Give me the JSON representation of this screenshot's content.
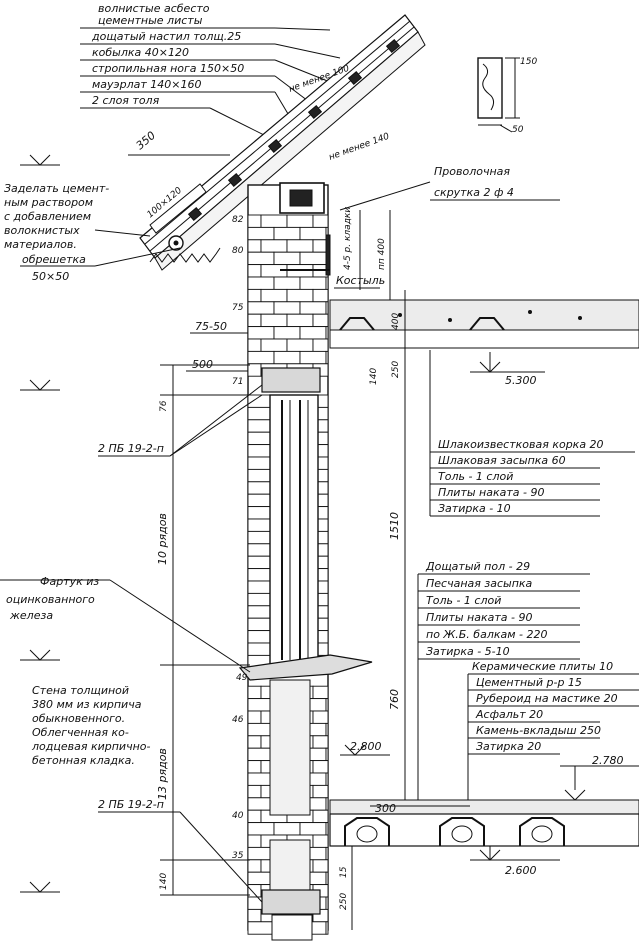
{
  "roof_spec": [
    "волнистые асбесто",
    "цементные листы",
    "дощатый настил толщ.25",
    "кобылка 40×120",
    "стропильная нога 150×50",
    "мауэрлат 140×160",
    "2 слоя толя"
  ],
  "roof_dims": {
    "d350": "350",
    "d100x120": "100×120",
    "not_less_100": "не менее 100",
    "not_less_140": "не менее 140",
    "sec150": "150",
    "sec50": "50"
  },
  "left_note": [
    "Заделать цемент-",
    "ным раствором",
    "с добавлением",
    "волокнистых",
    "материалов.",
    "обрешетка",
    "50×50"
  ],
  "wire_label": [
    "Проволочная",
    "скрутка 2 ф 4"
  ],
  "bracket_label": "Костыль",
  "course_marks": {
    "m82": "82",
    "m80": "80",
    "m75": "75",
    "m7550": "75-50",
    "m71": "71",
    "m49": "49",
    "m46": "46",
    "m40": "40",
    "m35": "35"
  },
  "dims": {
    "d500": "500",
    "d76": "76",
    "d250a": "250",
    "d140a": "140",
    "d400": "400",
    "d1510": "1510",
    "d760": "760",
    "d300": "300",
    "d15": "15",
    "d250b": "250",
    "d140b": "140",
    "d4to5": "4-5 р. кладки",
    "d2p": "пп 400",
    "rows10": "10 рядов",
    "rows13": "13 рядов"
  },
  "lintels": {
    "upper": "2 ПБ 19-2-п",
    "lower": "2 ПБ 19-2-п"
  },
  "elevations": {
    "e5300": "5.300",
    "e2800": "2.800",
    "e2780": "2.780",
    "e2600": "2.600"
  },
  "flashing_label": [
    "Фартук из",
    "оцинкованного",
    "железа"
  ],
  "wall_note": [
    "Стена толщиной",
    "380 мм из кирпича",
    "обыкновенного.",
    "Облегченная ко-",
    "лодцевая кирпично-",
    "бетонная кладка."
  ],
  "attic_spec": [
    "Шлакоизвестковая корка 20",
    "Шлаковая засыпка 60",
    "Толь - 1 слой",
    "Плиты наката - 90",
    "Затирка - 10"
  ],
  "floor2_spec": [
    "Дощатый пол - 29",
    "Песчаная засыпка",
    "Толь - 1 слой",
    "Плиты наката - 90",
    "по Ж.Б. балкам - 220",
    "Затирка - 5-10"
  ],
  "floor1_spec": [
    "Керамические плиты 10",
    "Цементный р-р 15",
    "Рубероид на мастике 20",
    "Асфальт 20",
    "Камень-вкладыш 250",
    "Затирка 20"
  ]
}
